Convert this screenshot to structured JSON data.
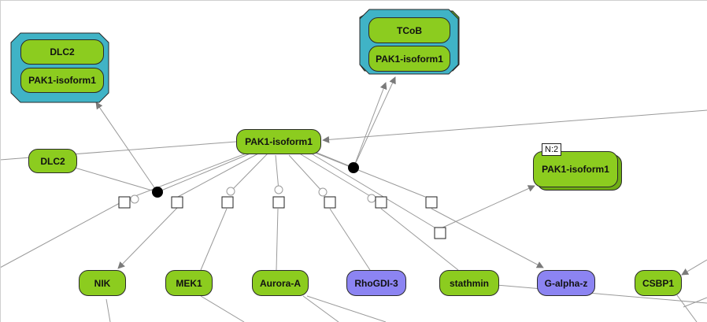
{
  "colors": {
    "macromolecule": "#8ccc1f",
    "macromolecule_alt": "#8c84f2",
    "complex": "#40b3c6",
    "edge": "#8a8a8a"
  },
  "complex_left": {
    "top": "DLC2",
    "bottom": "PAK1-isoform1"
  },
  "complex_right": {
    "top": "TCoB",
    "bottom": "PAK1-isoform1"
  },
  "center_node": "PAK1-isoform1",
  "dlc2_node": "DLC2",
  "multimer": {
    "badge": "N:2",
    "label": "PAK1-isoform1"
  },
  "bottom_nodes": [
    {
      "label": "NIK"
    },
    {
      "label": "MEK1"
    },
    {
      "label": "Aurora-A"
    },
    {
      "label": "RhoGDI-3"
    },
    {
      "label": "stathmin"
    },
    {
      "label": "G-alpha-z"
    },
    {
      "label": "CSBP1"
    }
  ]
}
